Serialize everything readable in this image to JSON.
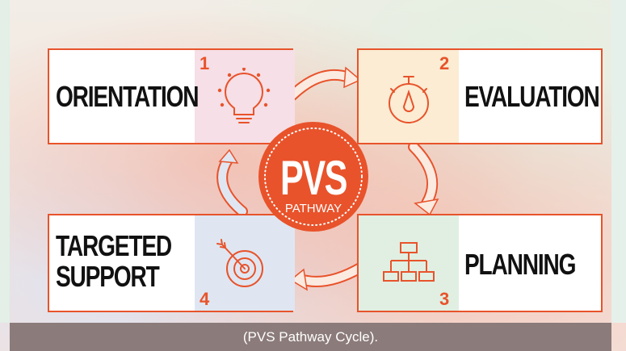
{
  "diagram": {
    "center": {
      "line1": "PVS",
      "line2": "PATHWAY"
    },
    "steps": [
      {
        "number": "1",
        "label_lines": [
          "ORIENTATION"
        ],
        "icon": "lightbulb-icon"
      },
      {
        "number": "2",
        "label_lines": [
          "EVALUATION"
        ],
        "icon": "stopwatch-icon"
      },
      {
        "number": "3",
        "label_lines": [
          "PLANNING"
        ],
        "icon": "org-chart-icon"
      },
      {
        "number": "4",
        "label_lines": [
          "TARGETED",
          "SUPPORT"
        ],
        "icon": "target-icon"
      }
    ],
    "colors": {
      "accent": "#e8532b",
      "tint1": "#f6dfe6",
      "tint2": "#fbecd3",
      "tint3": "#e0efe2",
      "tint4": "#dfe6f1"
    }
  },
  "caption": "(PVS Pathway Cycle)."
}
